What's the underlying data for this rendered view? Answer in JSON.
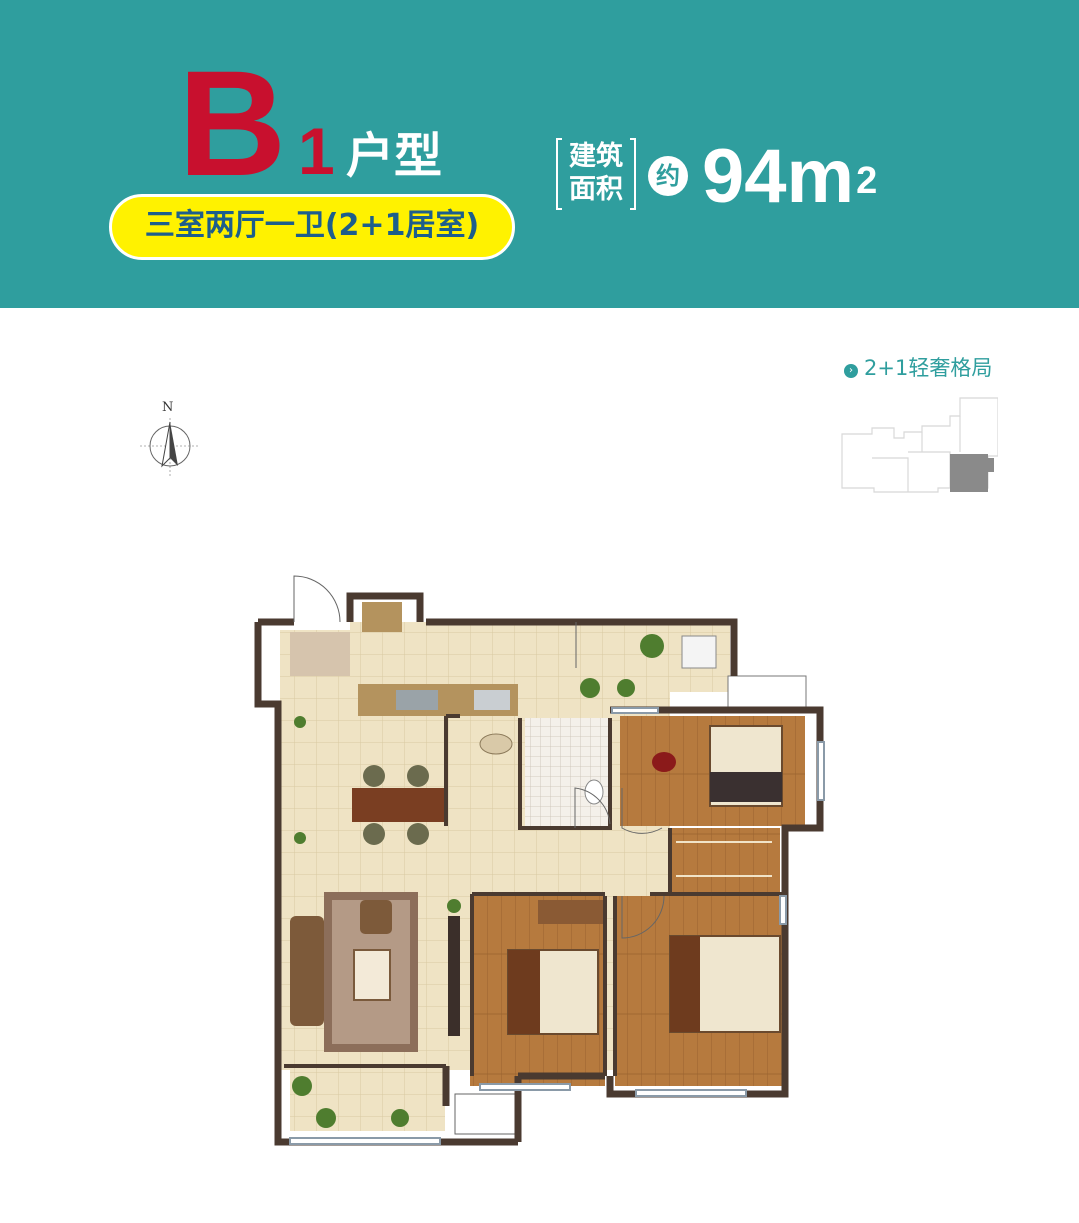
{
  "header": {
    "type_letter": "B",
    "type_number": "1",
    "type_label": "户型",
    "layout_desc": "三室两厅一卫(2+1居室)",
    "area_label_line1": "建筑",
    "area_label_line2": "面积",
    "approx_label": "约",
    "area_value": "94m",
    "area_unit_sup": "2"
  },
  "tagline": "2+1轻奢格局",
  "compass": {
    "north_label": "N"
  },
  "colors": {
    "banner": "#2f9e9e",
    "type_red": "#c8102e",
    "pill_yellow": "#fff200",
    "pill_text": "#1d5e8c",
    "wall": "#4a3a30",
    "floor_tile": "#efe3c4",
    "wood_floor": "#b67a3e",
    "keyplan_highlight": "#8a8a8a"
  }
}
